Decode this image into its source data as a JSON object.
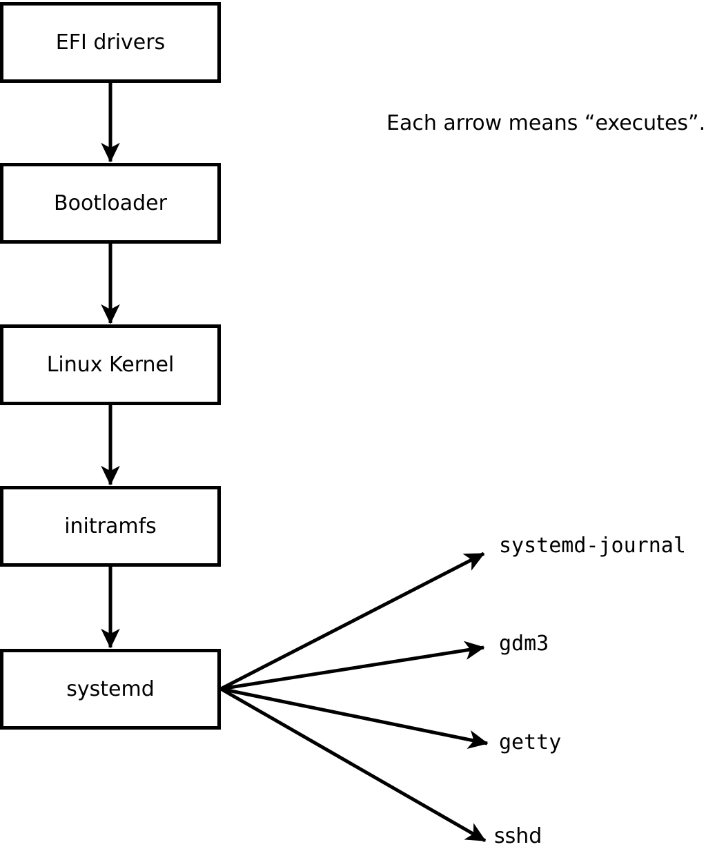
{
  "diagram": {
    "title": "Linux boot chain diagram",
    "background_color": "#ffffff",
    "line_color": "#000000",
    "note": "Each arrow means “executes”.",
    "chain": [
      {
        "label": "EFI drivers"
      },
      {
        "label": "Bootloader"
      },
      {
        "label": "Linux Kernel"
      },
      {
        "label": "initramfs"
      },
      {
        "label": "systemd"
      }
    ],
    "chain_edges": [
      {
        "from": "EFI drivers",
        "to": "Bootloader",
        "meaning": "executes"
      },
      {
        "from": "Bootloader",
        "to": "Linux Kernel",
        "meaning": "executes"
      },
      {
        "from": "Linux Kernel",
        "to": "initramfs",
        "meaning": "executes"
      },
      {
        "from": "initramfs",
        "to": "systemd",
        "meaning": "executes"
      }
    ],
    "fanout": [
      {
        "label": "systemd-journal",
        "from": "systemd",
        "meaning": "executes"
      },
      {
        "label": "gdm3",
        "from": "systemd",
        "meaning": "executes"
      },
      {
        "label": "getty",
        "from": "systemd",
        "meaning": "executes"
      },
      {
        "label": "sshd",
        "from": "systemd",
        "meaning": "executes"
      }
    ]
  }
}
